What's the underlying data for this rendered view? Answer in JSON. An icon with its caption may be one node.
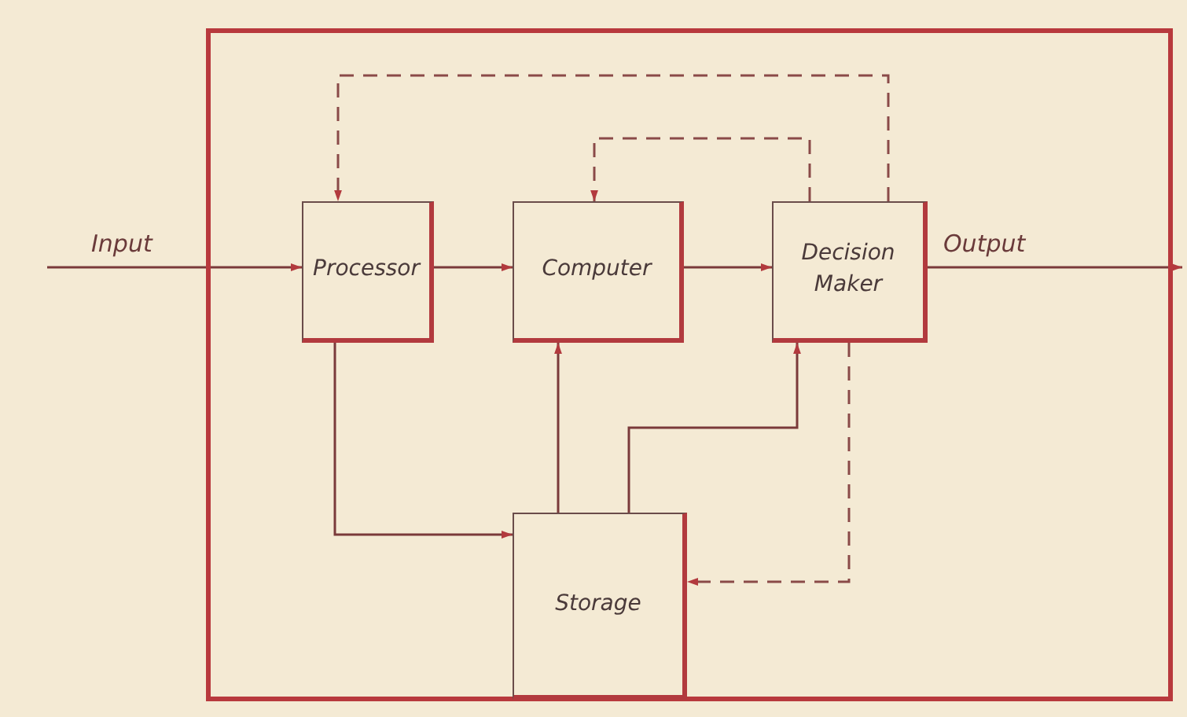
{
  "diagram": {
    "nodes": [
      {
        "text": [],
        "shape": "box"
      },
      {
        "text": [
          "Processor"
        ],
        "in": 0
      },
      {
        "text": [
          "Computer"
        ],
        "in": 0
      },
      {
        "text": [
          "Decision Maker"
        ],
        "in": 0
      },
      {
        "text": [
          "Storage"
        ],
        "in": 0
      }
    ],
    "edges": [
      {
        "from": null,
        "to": 1,
        "arrow": "to",
        "label": "Input"
      },
      {
        "from": 1,
        "to": 2,
        "arrow": "to"
      },
      {
        "from": 2,
        "to": 3,
        "arrow": "to"
      },
      {
        "from": 3,
        "to": null,
        "arrow": "to",
        "label": "Output"
      },
      {
        "from": 1,
        "to": 4,
        "arrow": "to"
      },
      {
        "from": 4,
        "to": 2,
        "arrow": "to"
      },
      {
        "from": 4,
        "to": 3,
        "arrow": "to"
      },
      {
        "from": 3,
        "to": 4,
        "arrow": "to",
        "style": "dashed"
      },
      {
        "from": 3,
        "to": 2,
        "arrow": "to",
        "style": "dashed"
      },
      {
        "from": 3,
        "to": 1,
        "arrow": "to",
        "style": "dashed"
      }
    ]
  }
}
